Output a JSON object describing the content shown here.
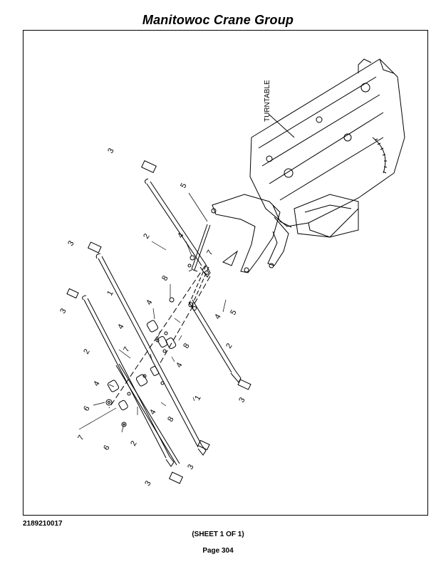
{
  "header": {
    "title": "Manitowoc Crane Group"
  },
  "diagram": {
    "assembly_label": "TURNTABLE",
    "callouts": [
      {
        "id": "c1",
        "text": "3"
      },
      {
        "id": "c2",
        "text": "5"
      },
      {
        "id": "c3",
        "text": "2"
      },
      {
        "id": "c4",
        "text": "4"
      },
      {
        "id": "c5",
        "text": "7"
      },
      {
        "id": "c6",
        "text": "3"
      },
      {
        "id": "c7",
        "text": "1"
      },
      {
        "id": "c8",
        "text": "8"
      },
      {
        "id": "c9",
        "text": "3"
      },
      {
        "id": "c10",
        "text": "4"
      },
      {
        "id": "c11",
        "text": "4"
      },
      {
        "id": "c12",
        "text": "5"
      },
      {
        "id": "c13",
        "text": "2"
      },
      {
        "id": "c14",
        "text": "4"
      },
      {
        "id": "c15",
        "text": "7"
      },
      {
        "id": "c16",
        "text": "8"
      },
      {
        "id": "c17",
        "text": "2"
      },
      {
        "id": "c18",
        "text": "4"
      },
      {
        "id": "c19",
        "text": "4"
      },
      {
        "id": "c20",
        "text": "6"
      },
      {
        "id": "c21",
        "text": "7"
      },
      {
        "id": "c22",
        "text": "4"
      },
      {
        "id": "c23",
        "text": "8"
      },
      {
        "id": "c24",
        "text": "1"
      },
      {
        "id": "c25",
        "text": "6"
      },
      {
        "id": "c26",
        "text": "2"
      },
      {
        "id": "c27",
        "text": "3"
      },
      {
        "id": "c28",
        "text": "3"
      },
      {
        "id": "c29",
        "text": "3"
      }
    ]
  },
  "footer": {
    "drawing_number": "2189210017",
    "sheet": "(SHEET 1 OF 1)",
    "page": "Page 304"
  }
}
